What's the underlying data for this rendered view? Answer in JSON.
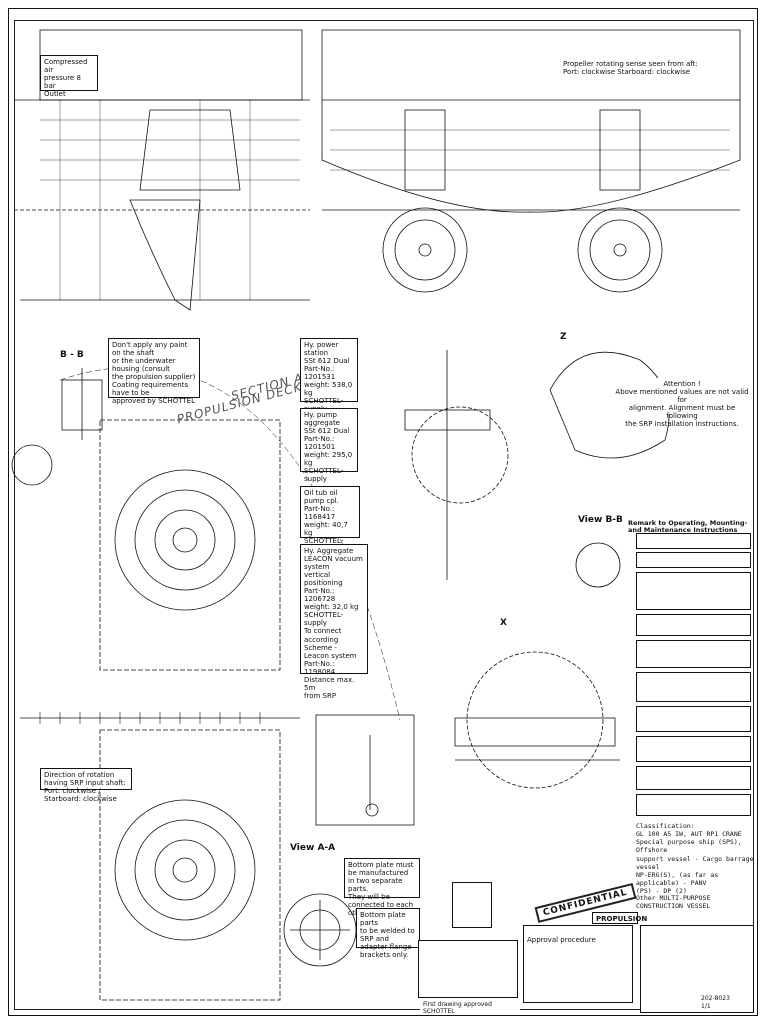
{
  "sheet": {
    "background": "#ffffff",
    "line_color": "#111111"
  },
  "labels": {
    "section_a": "SECTION A-A",
    "propulsion_deck": "PROPULSION DECK",
    "view_b": "View B-B",
    "view_a": "View A-A",
    "section_bb": "B - B",
    "detail_x": "X",
    "detail_z": "Z"
  },
  "notes": {
    "compressed_air": "Compressed air\npressure 8 bar\nOutlet",
    "propeller_rotating": "Propeller rotating sense seen from aft:\nPort: clockwise        Starboard: clockwise",
    "dont_apply": "Don't apply any paint on the shaft\nor the underwater housing (consult\nthe propulsion supplier)\nCoating requirements have to be\napproved by SCHOTTEL",
    "hydraulic_power": "Hy. power station\nSSt 612 Dual\nPart-No.: 1201531\nweight: 538,0 kg\nSCHOTTEL-supply",
    "hydraulic_pump": "Hy. pump aggregate\nSSt 612 Dual\nPart-No.: 1201501\nweight: 295,0 kg\nSCHOTTEL-supply",
    "oil_tank": "Oil tub oil pump cpl.\nPart-No.: 1168417\nweight: 40,7 kg\nSCHOTTEL-supply",
    "vacuum_system": "Hy. Aggregate\nLEACON vacuum system\nvertical positioning\nPart-No.: 1206728\nweight: 32,0 kg\nSCHOTTEL-supply\nTo connect according\nScheme - Leacon system\nPart-No.: 1198084\nDistance max. 5m\nfrom SRP",
    "attention": "Attention !\nAbove mentioned values are not valid for\nalignment. Alignment must be following\nthe SRP installation instructions.",
    "bottom_plate": "Bottom plate must be manufactured\nin two separate parts.\nThey will be connected to each\nother by welding.",
    "bottom_plate_parts": "Bottom plate parts\nto be welded to\nSRP and adapter flange\nbrackets only.",
    "rotation_port": "Direction of rotation having SRP input shaft:\nPort: clockwise / Starboard: clockwise",
    "remark_title": "Remark to Operating, Mounting- and Maintenance Instructions",
    "classification": "Classification:\nGL  100 A5  IW, AUT  RP1  CRANE\nSpecial purpose ship (SPS), Offshore\nsupport vessel - Cargo barrage vessel\nNP-ERG(S), (as far as applicable) - PANV\n(PS) - DP (2)",
    "vessel_name": "Other  MULTI-PURPOSE CONSTRUCTION VESSEL",
    "approval_proc": "Approval procedure",
    "first_drawing": "First drawing approved SCHOTTEL",
    "confidential": "CONFIDENTIAL",
    "propulsion_header": "PROPULSION"
  },
  "title_block": {
    "drawing_no": "202-8023",
    "sheet": "1/1"
  }
}
